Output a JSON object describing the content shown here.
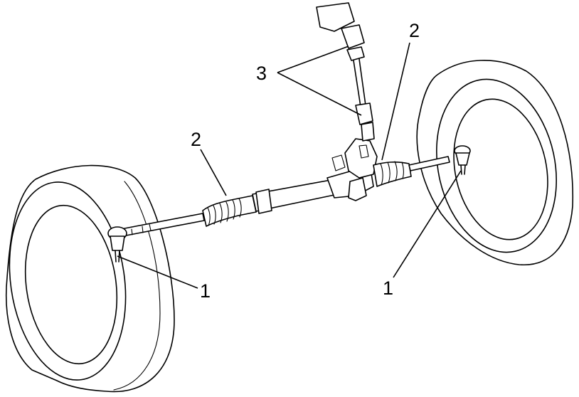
{
  "callouts": [
    {
      "id": "tie-rod-end-left",
      "label": "1"
    },
    {
      "id": "tie-rod-end-right",
      "label": "1"
    },
    {
      "id": "boot-left",
      "label": "2"
    },
    {
      "id": "boot-right",
      "label": "2"
    },
    {
      "id": "intermediate-shaft",
      "label": "3"
    }
  ],
  "colors": {
    "line": "#000000",
    "background": "#ffffff"
  }
}
